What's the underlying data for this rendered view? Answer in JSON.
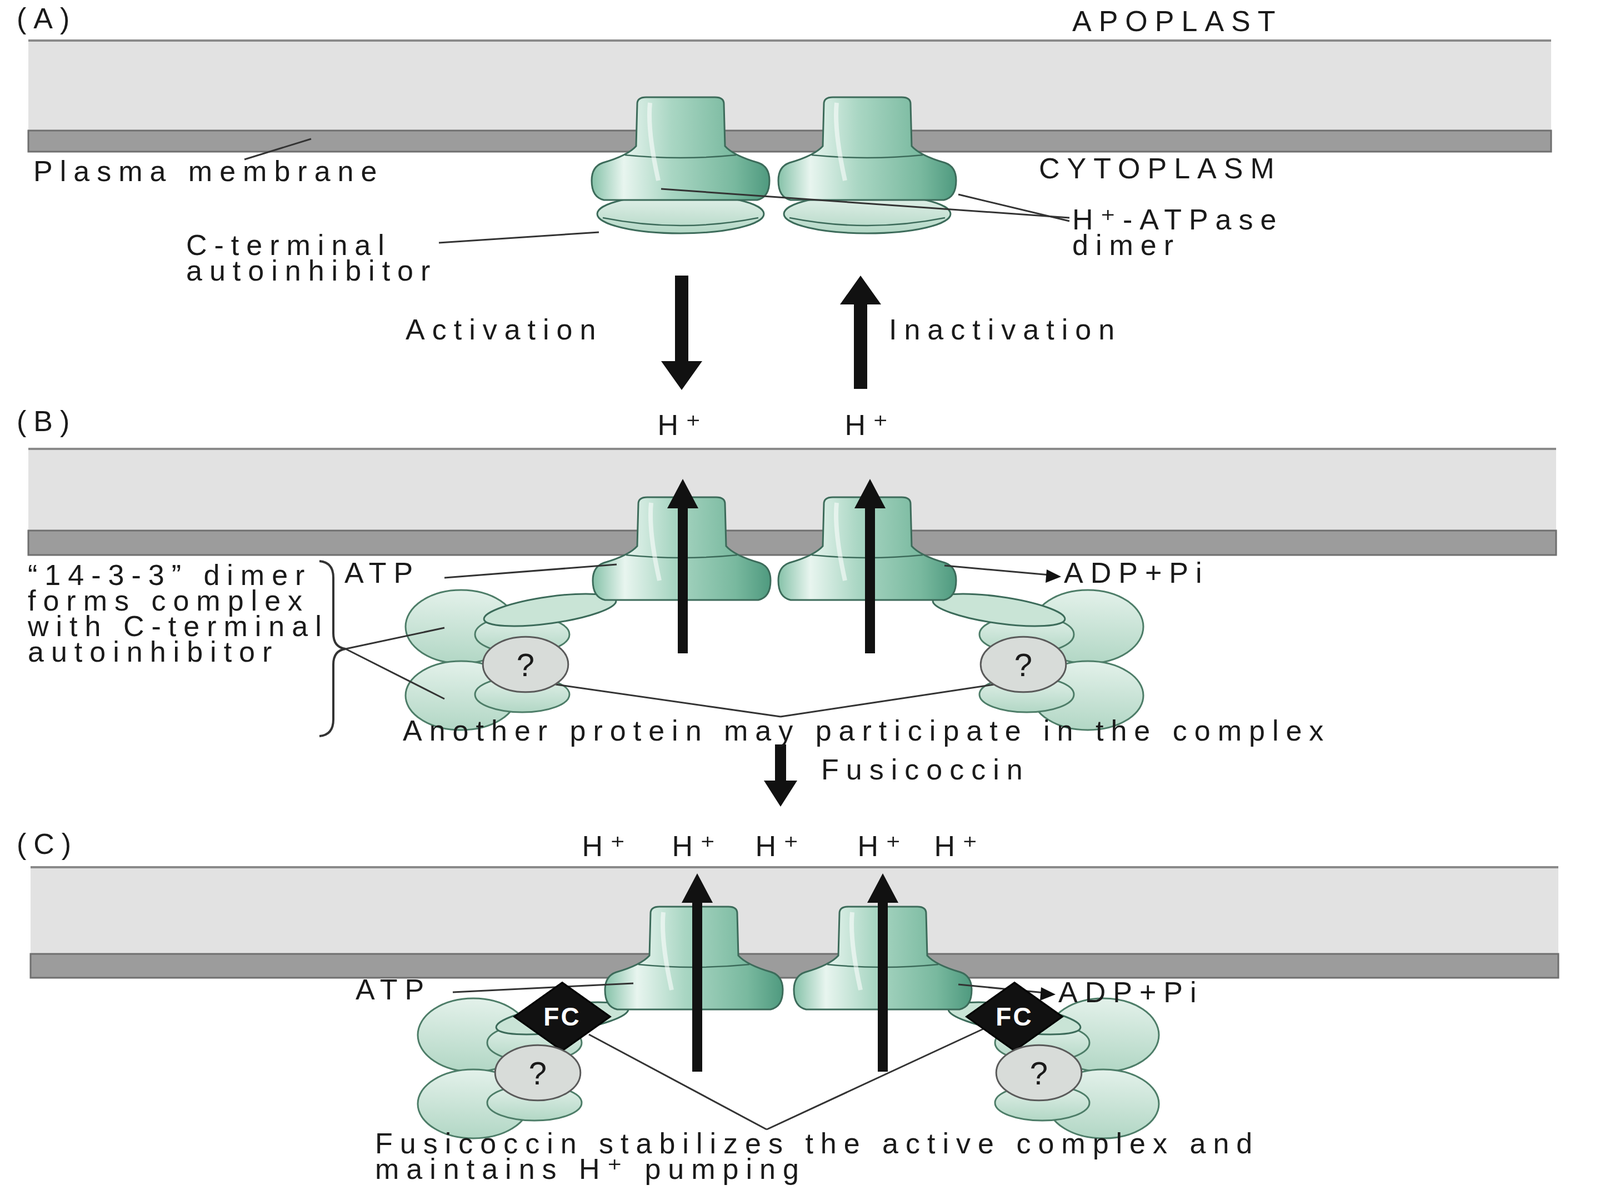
{
  "diagram": {
    "nodes": [
      {
        "text": [
          "?"
        ]
      },
      {
        "text": [
          "?"
        ]
      },
      {
        "text": [
          "FC"
        ]
      },
      {
        "text": [
          "FC"
        ]
      },
      {
        "text": [
          "?"
        ]
      },
      {
        "text": [
          "?"
        ]
      }
    ],
    "labels": [
      "(A)",
      "APOPLAST",
      "Plasma membrane",
      "CYTOPLASM",
      "H⁺-ATPase dimer",
      "C-terminal autoinhibitor",
      "Activation",
      "Inactivation",
      "(B)",
      "H⁺",
      "H⁺",
      "ATP",
      "ADP+Pi",
      "“14-3-3” dimer forms complex with C-terminal autoinhibitor",
      "Another protein may participate in the complex",
      "Fusicoccin",
      "(C)",
      "H⁺",
      "H⁺",
      "H⁺",
      "H⁺",
      "H⁺",
      "ATP",
      "ADP+Pi",
      "Fusicoccin stabilizes the active complex and maintains H⁺ pumping"
    ]
  }
}
